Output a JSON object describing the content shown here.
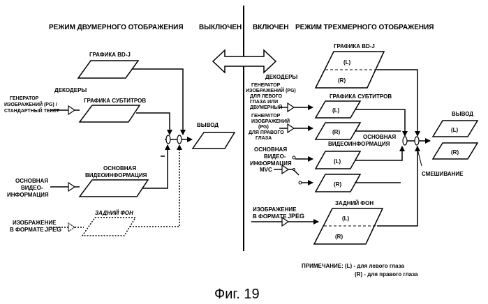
{
  "header": {
    "left_mode": "РЕЖИМ ДВУМЕРНОГО ОТОБРАЖЕНИЯ",
    "off": "ВЫКЛЮЧЕН",
    "on": "ВКЛЮЧЕН",
    "right_mode": "РЕЖИМ ТРЕХМЕРНОГО ОТОБРАЖЕНИЯ"
  },
  "left": {
    "bdj": "ГРАФИКА BD-J",
    "decoders": "ДЕКОДЕРЫ",
    "pg_gen_1": "ГЕНЕРАТОР",
    "pg_gen_2": "ИЗОБРАЖЕНИЙ (PG) /",
    "pg_gen_3": "СТАНДАРТНЫЙ ТЕКСТ",
    "subtitles": "ГРАФИКА СУБТИТРОВ",
    "output": "ВЫВОД",
    "video_in_1": "ОСНОВНАЯ",
    "video_in_2": "ВИДЕО-",
    "video_in_3": "ИНФОРМАЦИЯ",
    "video_plane_1": "ОСНОВНАЯ",
    "video_plane_2": "ВИДЕОИНФОРМАЦИЯ",
    "background": "ЗАДНИЙ ФОН",
    "jpeg_1": "ИЗОБРАЖЕНИЕ",
    "jpeg_2": "В ФОРМАТЕ",
    "jpeg_3": "JPEG"
  },
  "right": {
    "bdj": "ГРАФИКА BD-J",
    "L": "(L)",
    "R": "(R)",
    "decoders": "ДЕКОДЕРЫ",
    "pg_left_1": "ГЕНЕРАТОР",
    "pg_left_2": "ИЗОБРАЖЕНИЙ (PG)",
    "pg_left_3": "ДЛЯ ЛЕВОГО",
    "pg_left_4": "ГЛАЗА ИЛИ",
    "pg_left_5": "ДВУМЕРНЫЙ",
    "subtitles": "ГРАФИКА СУБТИТРОВ",
    "pg_right_1": "ГЕНЕРАТОР",
    "pg_right_2": "ИЗОБРАЖЕНИЙ",
    "pg_right_3": "(PG)",
    "pg_right_4": "ДЛЯ ПРАВОГО",
    "pg_right_5": "ГЛАЗА",
    "video_in_1": "ОСНОВНАЯ",
    "video_in_2": "ВИДЕО-",
    "video_in_3": "ИНФОРМАЦИЯ",
    "mvc": "MVC",
    "video_plane_1": "ОСНОВНАЯ",
    "video_plane_2": "ВИДЕОИНФОРМАЦИЯ",
    "background": "ЗАДНИЙ ФОН",
    "jpeg_1": "ИЗОБРАЖЕНИЕ",
    "jpeg_2": "В ФОРМАТЕ",
    "jpeg_3": "JPEG",
    "output": "ВЫВОД",
    "mixing": "СМЕШИВАНИЕ"
  },
  "note": {
    "line1": "ПРИМЕЧАНИЕ:  (L) - для левого глаза",
    "line2": "(R) - для правого глаза"
  },
  "caption": "Фиг. 19"
}
